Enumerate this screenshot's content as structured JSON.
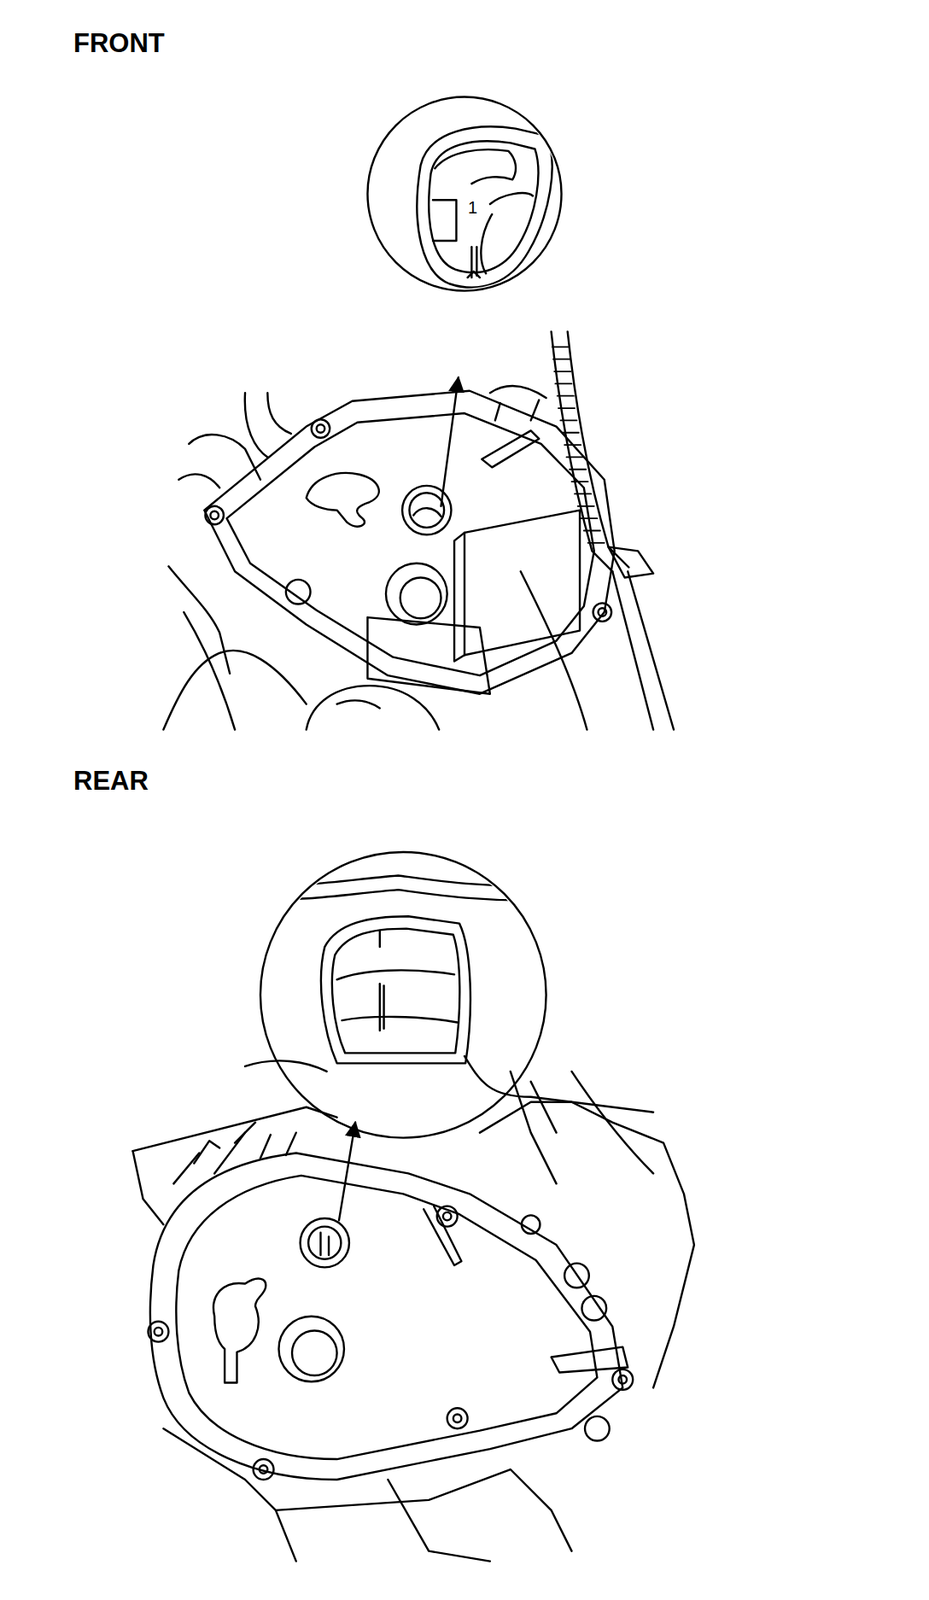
{
  "diagram": {
    "labels": [
      "FRONT",
      "1",
      "REAR"
    ]
  }
}
